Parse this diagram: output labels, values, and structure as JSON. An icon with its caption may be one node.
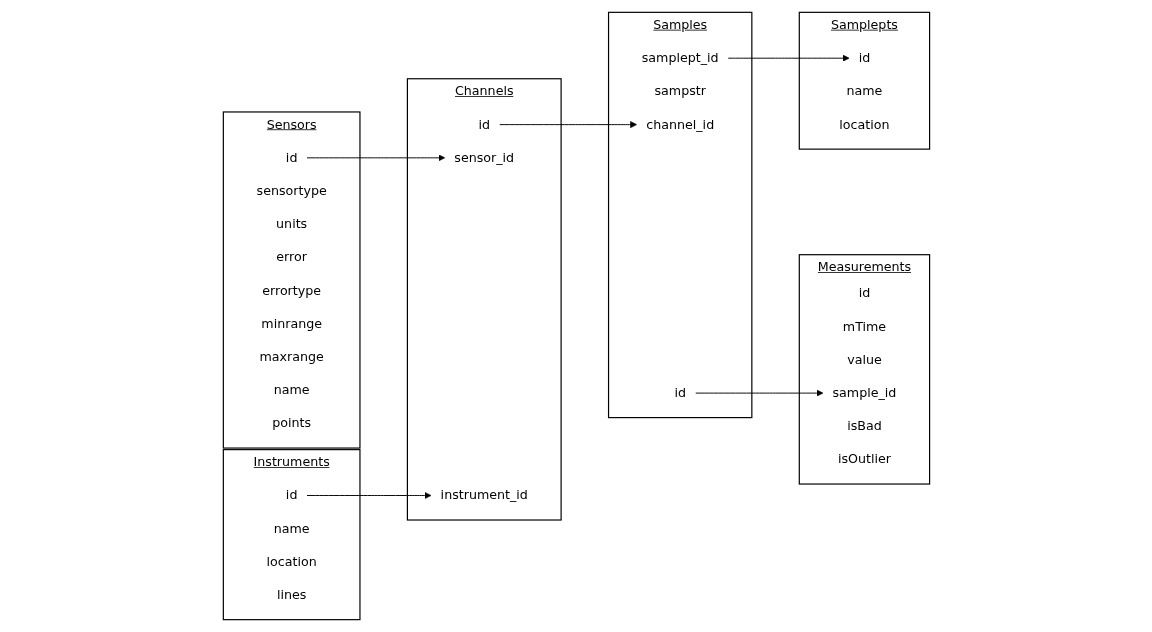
{
  "diagram": {
    "nodes": [
      {
        "text": [
          "Sensors"
        ]
      },
      {
        "text": [
          "id"
        ],
        "in": 0
      },
      {
        "text": [
          "sensortype"
        ],
        "in": 0
      },
      {
        "text": [
          "units"
        ],
        "in": 0
      },
      {
        "text": [
          "error"
        ],
        "in": 0
      },
      {
        "text": [
          "errortype"
        ],
        "in": 0
      },
      {
        "text": [
          "minrange"
        ],
        "in": 0
      },
      {
        "text": [
          "maxrange"
        ],
        "in": 0
      },
      {
        "text": [
          "name"
        ],
        "in": 0
      },
      {
        "text": [
          "points"
        ],
        "in": 0
      },
      {
        "text": [
          "Channels"
        ]
      },
      {
        "text": [
          "id"
        ],
        "in": 10
      },
      {
        "text": [
          "sensor_id"
        ],
        "in": 10
      },
      {
        "text": [
          "instrument_id"
        ],
        "in": 10
      },
      {
        "text": [
          "Samples"
        ]
      },
      {
        "text": [
          "id"
        ],
        "in": 14
      },
      {
        "text": [
          "sampstr"
        ],
        "in": 14
      },
      {
        "text": [
          "channel_id"
        ],
        "in": 14
      },
      {
        "text": [
          "samplept_id"
        ],
        "in": 14
      },
      {
        "text": [
          "Measurements"
        ]
      },
      {
        "text": [
          "id"
        ],
        "in": 19
      },
      {
        "text": [
          "mTime"
        ],
        "in": 19
      },
      {
        "text": [
          "value"
        ],
        "in": 19
      },
      {
        "text": [
          "sample_id"
        ],
        "in": 19
      },
      {
        "text": [
          "isBad"
        ],
        "in": 19
      },
      {
        "text": [
          "isOutlier"
        ],
        "in": 19
      },
      {
        "text": [
          "Instruments"
        ]
      },
      {
        "text": [
          "id"
        ],
        "in": 26
      },
      {
        "text": [
          "name"
        ],
        "in": 26
      },
      {
        "text": [
          "location"
        ],
        "in": 26
      },
      {
        "text": [
          "lines"
        ],
        "in": 26
      },
      {
        "text": [
          "Samplepts"
        ]
      },
      {
        "text": [
          "id"
        ],
        "in": 31
      },
      {
        "text": [
          "name"
        ],
        "in": 31
      },
      {
        "text": [
          "location"
        ],
        "in": 31
      }
    ],
    "edges": [
      {
        "from": 1,
        "to": 12,
        "arrow": "to"
      },
      {
        "from": 11,
        "to": 17,
        "arrow": "to"
      },
      {
        "from": 15,
        "to": 23,
        "arrow": "to"
      },
      {
        "from": 18,
        "to": 32,
        "arrow": "to"
      },
      {
        "from": 27,
        "to": 13,
        "arrow": "to"
      }
    ]
  }
}
